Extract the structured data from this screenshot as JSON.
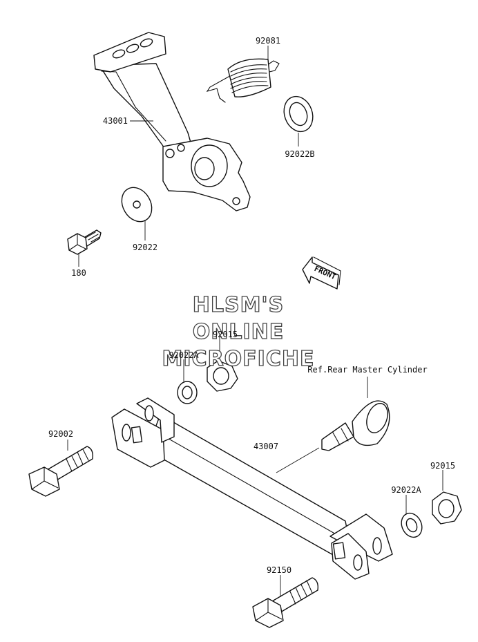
{
  "diagram": {
    "watermark": {
      "line1": "HLSM'S",
      "line2": "ONLINE",
      "line3": "MICROFICHE"
    },
    "front_indicator": "FRONT",
    "reference_note": "Ref.Rear Master Cylinder",
    "parts": [
      {
        "id": "p92081",
        "number": "92081"
      },
      {
        "id": "p43001",
        "number": "43001"
      },
      {
        "id": "p92022B",
        "number": "92022B"
      },
      {
        "id": "p92022",
        "number": "92022"
      },
      {
        "id": "p180",
        "number": "180"
      },
      {
        "id": "p92015a",
        "number": "92015"
      },
      {
        "id": "p92022Aa",
        "number": "92022A"
      },
      {
        "id": "p92002",
        "number": "92002"
      },
      {
        "id": "p43007",
        "number": "43007"
      },
      {
        "id": "p92015b",
        "number": "92015"
      },
      {
        "id": "p92022Ab",
        "number": "92022A"
      },
      {
        "id": "p92150",
        "number": "92150"
      }
    ]
  }
}
